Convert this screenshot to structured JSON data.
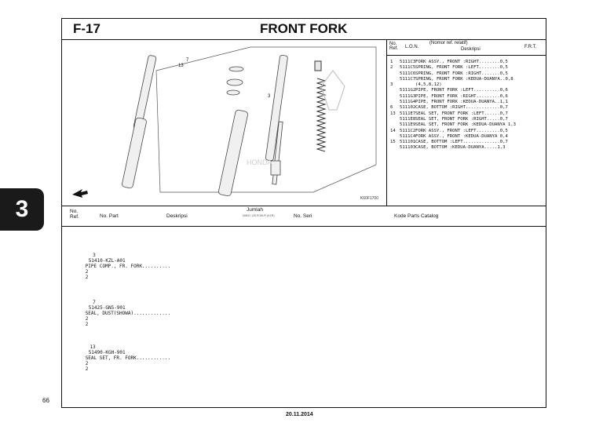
{
  "header": {
    "code": "F-17",
    "title": "FRONT FORK"
  },
  "diagram": {
    "id": "K60F1700",
    "callouts": [
      "7",
      "13",
      "3"
    ],
    "watermark": "HONDA"
  },
  "ref_table": {
    "headers": {
      "no_ref": "No. Ref.",
      "lon": "L.O.N.",
      "note": "(Nomor ref. relatif)",
      "deskripsi": "Deskripsi",
      "frt": "F.R.T."
    },
    "rows": [
      {
        "ref": "1",
        "code": "5111C3",
        "desc": "FORK ASSY., FRONT :RIGHT........0,5"
      },
      {
        "ref": "2",
        "code": "5111C5",
        "desc": "SPRING, FRONT FORK :LEFT........0,5"
      },
      {
        "ref": "",
        "code": "5111C6",
        "desc": "SPRING, FRONT FORK :RIGHT.......0,5"
      },
      {
        "ref": "",
        "code": "5111C7",
        "desc": "SPRING, FRONT FORK :KEDUA-DUANYA..0,8"
      },
      {
        "ref": "3",
        "code": "",
        "desc": "(4,5,8,12)"
      },
      {
        "ref": "",
        "code": "5111G2",
        "desc": "PIPE, FRONT FORK :LEFT..........0,6"
      },
      {
        "ref": "",
        "code": "5111G3",
        "desc": "PIPE, FRONT FORK :RIGHT.........0,6"
      },
      {
        "ref": "",
        "code": "5111G4",
        "desc": "PIPE, FRONT FORK :KEDUA-DUANYA..1,1"
      },
      {
        "ref": "6",
        "code": "511102",
        "desc": "CASE, BOTTOM :RIGHT.............0,7"
      },
      {
        "ref": "13",
        "code": "5111E7",
        "desc": "SEAL SET, FRONT FORK :LEFT......0,7"
      },
      {
        "ref": "",
        "code": "5111E8",
        "desc": "SEAL SET, FRONT FORK :RIGHT.....0,7"
      },
      {
        "ref": "",
        "code": "5111E9",
        "desc": "SEAL SET, FRONT FORK :KEDUA-DUANYA 1,3"
      },
      {
        "ref": "14",
        "code": "5111C2",
        "desc": "FORK ASSY., FRONT :LEFT.........0,5"
      },
      {
        "ref": "",
        "code": "5111C4",
        "desc": "FORK ASSY., FRONT :KEDUA-DUANYA 0,4"
      },
      {
        "ref": "15",
        "code": "511101",
        "desc": "CASE, BOTTOM :LEFT..............0,7"
      },
      {
        "ref": "",
        "code": "511103",
        "desc": "CASE, BOTTOM :KEDUA-DUANYA.....1,3"
      }
    ]
  },
  "parts_table": {
    "headers": {
      "no_ref": "No. Ref.",
      "no_part": "No. Part",
      "deskripsi": "Deskripsi",
      "jumlah": "Jumlah",
      "jumlah_sub": "VARIO 125 PGM-FI (KZR)",
      "no_seri": "No. Seri",
      "kode": "Kode Parts Catalog"
    },
    "rows": [
      {
        "ref": "3",
        "part": "51410-KZL-A01",
        "desc": "PIPE COMP., FR. FORK..........",
        "q1": "2",
        "q2": "2"
      },
      {
        "ref": "7",
        "part": "51425-GN5-901",
        "desc": "SEAL, DUST(SHOWA).............",
        "q1": "2",
        "q2": "2"
      },
      {
        "ref": "13",
        "part": "51490-KGH-901",
        "desc": "SEAL SET, FR. FORK............",
        "q1": "2",
        "q2": "2"
      }
    ]
  },
  "chapter": "3",
  "page_number": "66",
  "date": "20.11.2014"
}
